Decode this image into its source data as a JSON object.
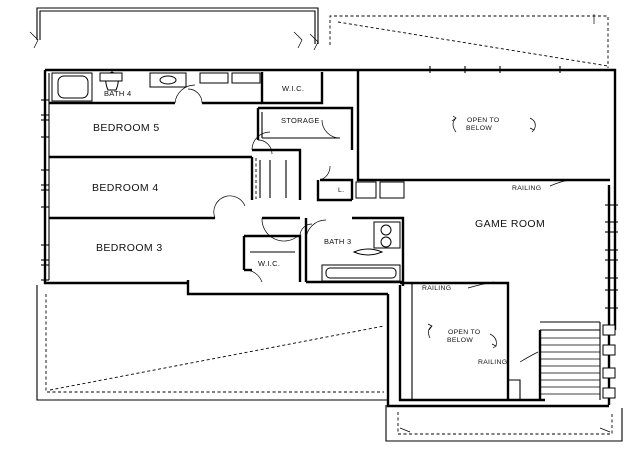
{
  "rooms": {
    "bath4": "BATH 4",
    "wic_top": "W.I.C.",
    "storage": "STORAGE",
    "bedroom5": "BEDROOM 5",
    "bedroom4": "BEDROOM 4",
    "bedroom3": "BEDROOM 3",
    "linen": "L.",
    "bath3": "BATH 3",
    "wic_bottom": "W.I.C.",
    "game_room": "GAME ROOM"
  },
  "notes": {
    "open_to_below_1_line1": "OPEN TO",
    "open_to_below_1_line2": "BELOW",
    "open_to_below_2_line1": "OPEN TO",
    "open_to_below_2_line2": "BELOW",
    "railing_1": "RAILING",
    "railing_2": "RAILING",
    "railing_3": "RAILING"
  }
}
